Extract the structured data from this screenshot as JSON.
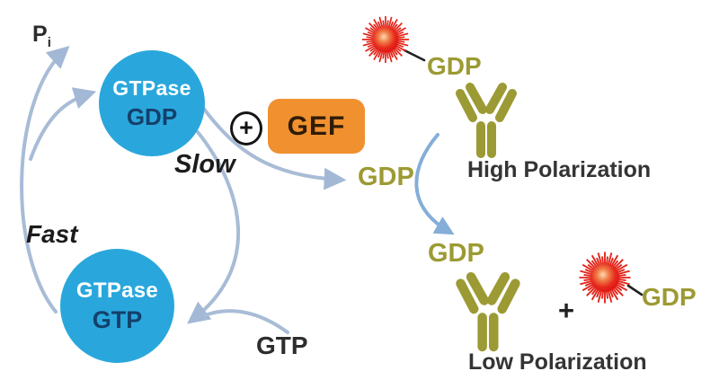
{
  "title": "GTPase nucleotide exchange fluorescence polarization assay diagram",
  "colors": {
    "gtpase_circle": "#29a7dc",
    "gtpase_protein_text": "#ffffff",
    "gtpase_nucleotide_text": "#14406b",
    "gef_box": "#f0902f",
    "gef_text": "#2f1c06",
    "olive_gdp_antibody": "#9c9a33",
    "arrow_gray_blue": "#a8bcd6",
    "arrow_blue": "#85aed8",
    "fluorophore_red": "#e32318",
    "dark_text": "#2b2b2b"
  },
  "labels": {
    "phosphate_main": "P",
    "phosphate_sub": "i",
    "slow": "Slow",
    "fast": "Fast",
    "free_gtp": "GTP",
    "released_gdp": "GDP",
    "circled_plus": "+",
    "gef": "GEF",
    "probe_gdp_top": "GDP",
    "bound_gdp": "GDP",
    "plus": "+",
    "probe_gdp_bottom": "GDP",
    "high_polarization": "High Polarization",
    "low_polarization": "Low Polarization"
  },
  "nodes": {
    "gtpase_gdp": {
      "protein": "GTPase",
      "nucleotide": "GDP"
    },
    "gtpase_gtp": {
      "protein": "GTPase",
      "nucleotide": "GTP"
    }
  }
}
